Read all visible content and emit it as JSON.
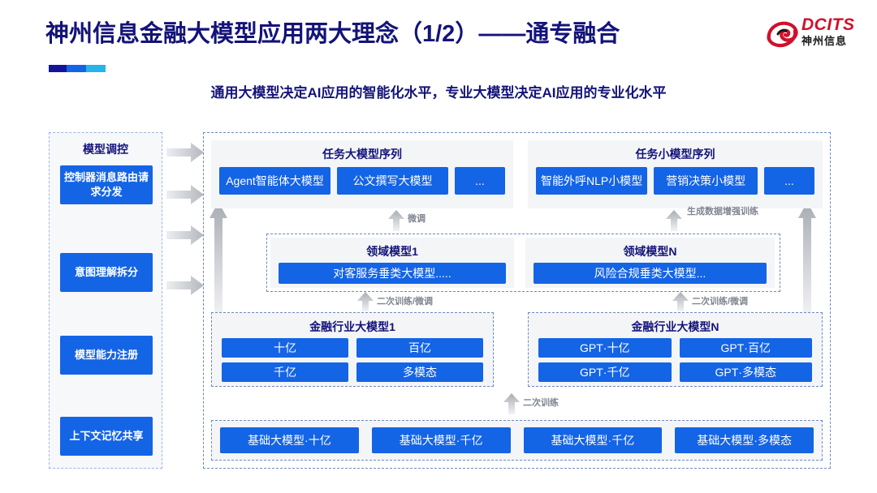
{
  "header": {
    "title": "神州信息金融大模型应用两大理念（1/2）——通专融合",
    "subtitle": "通用大模型决定AI应用的智能化水平，专业大模型决定AI应用的专业化水平",
    "logo": {
      "en": "DCITS",
      "cn": "神州信息"
    },
    "accent_colors": [
      "#14149b",
      "#1464e6",
      "#27b4ea"
    ]
  },
  "colors": {
    "brand_blue": "#1464e6",
    "title_navy": "#13137a",
    "logo_red": "#d1102a",
    "panel_gray": "#f4f5f7",
    "dash_border": "#6f88c4",
    "arrow_gray": "#b9bcc2"
  },
  "sidebar": {
    "title": "模型调控",
    "items": [
      {
        "label": "控制器消息路由请求分发"
      },
      {
        "label": "意图理解拆分"
      },
      {
        "label": "模型能力注册"
      },
      {
        "label": "上下文记忆共享"
      }
    ]
  },
  "flow_arrows_right": [
    {
      "name": "arrow-dispatch-1"
    },
    {
      "name": "arrow-dispatch-2"
    },
    {
      "name": "arrow-dispatch-3"
    },
    {
      "name": "arrow-dispatch-4"
    }
  ],
  "diagram": {
    "task_large": {
      "title": "任务大模型序列",
      "chips": [
        "Agent智能体大模型",
        "公文撰写大模型",
        "..."
      ]
    },
    "task_small": {
      "title": "任务小模型序列",
      "chips": [
        "智能外呼NLP小模型",
        "营销决策小模型",
        "..."
      ]
    },
    "domain_left": {
      "title": "领域模型1",
      "chip": "对客服务垂类大模型....."
    },
    "domain_right": {
      "title": "领域模型N",
      "chip": "风险合规垂类大模型..."
    },
    "industry_left": {
      "title": "金融行业大模型1",
      "chips": [
        "十亿",
        "百亿",
        "千亿",
        "多模态"
      ]
    },
    "industry_right": {
      "title": "金融行业大模型N",
      "chips": [
        "GPT·十亿",
        "GPT·百亿",
        "GPT·千亿",
        "GPT·多模态"
      ]
    },
    "base_models": {
      "chips": [
        "基础大模型·十亿",
        "基础大模型·千亿",
        "基础大模型·千亿",
        "基础大模型·多模态"
      ]
    },
    "arrow_labels": {
      "finetune": "微调",
      "gen_data_aug": "生成数据增强训练",
      "retrain_finetune_left": "二次训练/微调",
      "retrain_finetune_right": "二次训练/微调",
      "retrain": "二次训练"
    }
  }
}
